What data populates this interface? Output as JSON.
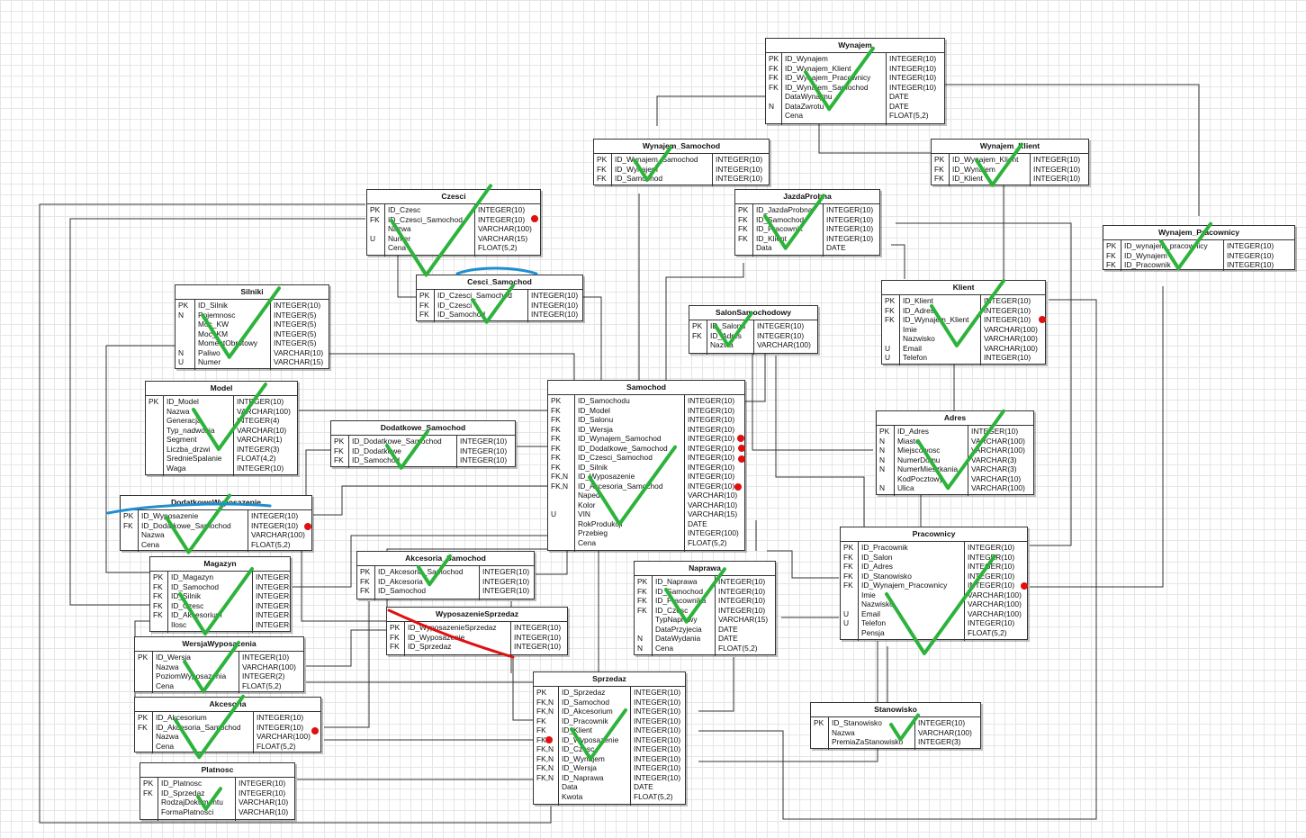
{
  "diagram": {
    "entities": [
      {
        "name": "Wynajem",
        "rows": [
          [
            "PK",
            "ID_Wynajem",
            "INTEGER(10)"
          ],
          [
            "FK",
            "ID_Wynajem_Klient",
            "INTEGER(10)"
          ],
          [
            "FK",
            "ID_Wynajem_Pracownicy",
            "INTEGER(10)"
          ],
          [
            "FK",
            "ID_Wynajem_Samochod",
            "INTEGER(10)"
          ],
          [
            "",
            "DataWynajmu",
            "DATE"
          ],
          [
            "N",
            "DataZwrotu",
            "DATE"
          ],
          [
            "",
            "Cena",
            "FLOAT(5,2)"
          ]
        ]
      },
      {
        "name": "Wynajem_Samochod",
        "rows": [
          [
            "PK",
            "ID_Wynajem_Samochod",
            "INTEGER(10)"
          ],
          [
            "FK",
            "ID_Wynajem",
            "INTEGER(10)"
          ],
          [
            "FK",
            "ID_Samochod",
            "INTEGER(10)"
          ]
        ]
      },
      {
        "name": "Wynajem_Klient",
        "rows": [
          [
            "PK",
            "ID_Wynajem_Klient",
            "INTEGER(10)"
          ],
          [
            "FK",
            "ID_Wynajem",
            "INTEGER(10)"
          ],
          [
            "FK",
            "ID_Klient",
            "INTEGER(10)"
          ]
        ]
      },
      {
        "name": "Wynajem_Pracownicy",
        "rows": [
          [
            "PK",
            "ID_wynajem_pracownicy",
            "INTEGER(10)"
          ],
          [
            "FK",
            "ID_Wynajem",
            "INTEGER(10)"
          ],
          [
            "FK",
            "ID_Pracownik",
            "INTEGER(10)"
          ]
        ]
      },
      {
        "name": "Czesci",
        "rows": [
          [
            "PK",
            "ID_Czesc",
            "INTEGER(10)"
          ],
          [
            "FK",
            "ID_Czesci_Samochod",
            "INTEGER(10)"
          ],
          [
            "",
            "Nazwa",
            "VARCHAR(100)"
          ],
          [
            "U",
            "Numer",
            "VARCHAR(15)"
          ],
          [
            "",
            "Cena",
            "FLOAT(5,2)"
          ]
        ]
      },
      {
        "name": "JazdaProbna",
        "rows": [
          [
            "PK",
            "ID_JazdaProbna",
            "INTEGER(10)"
          ],
          [
            "FK",
            "ID_Samochod",
            "INTEGER(10)"
          ],
          [
            "FK",
            "ID_Pracownik",
            "INTEGER(10)"
          ],
          [
            "FK",
            "ID_Klient",
            "INTEGER(10)"
          ],
          [
            "",
            "Data",
            "DATE"
          ]
        ]
      },
      {
        "name": "Cesci_Samochod",
        "rows": [
          [
            "PK",
            "ID_Czesci_Samochod",
            "INTEGER(10)"
          ],
          [
            "FK",
            "ID_Czesci",
            "INTEGER(10)"
          ],
          [
            "FK",
            "ID_Samochod",
            "INTEGER(10)"
          ]
        ]
      },
      {
        "name": "Silniki",
        "rows": [
          [
            "PK",
            "ID_Silnik",
            "INTEGER(10)"
          ],
          [
            "N",
            "Pojemnosc",
            "INTEGER(5)"
          ],
          [
            "",
            "Moc_KW",
            "INTEGER(5)"
          ],
          [
            "",
            "Moc_KM",
            "INTEGER(5)"
          ],
          [
            "",
            "MomentObrotowy",
            "INTEGER(5)"
          ],
          [
            "N",
            "Paliwo",
            "VARCHAR(10)"
          ],
          [
            "U",
            "Numer",
            "VARCHAR(15)"
          ]
        ]
      },
      {
        "name": "SalonSamochodowy",
        "rows": [
          [
            "PK",
            "ID_Salonu",
            "INTEGER(10)"
          ],
          [
            "FK",
            "ID_Adres",
            "INTEGER(10)"
          ],
          [
            "",
            "Nazwa",
            "VARCHAR(100)"
          ]
        ]
      },
      {
        "name": "Klient",
        "rows": [
          [
            "PK",
            "ID_Klient",
            "INTEGER(10)"
          ],
          [
            "FK",
            "ID_Adres",
            "INTEGER(10)"
          ],
          [
            "FK",
            "ID_Wynajem_Klient",
            "INTEGER(10)"
          ],
          [
            "",
            "Imie",
            "VARCHAR(100)"
          ],
          [
            "",
            "Nazwisko",
            "VARCHAR(100)"
          ],
          [
            "U",
            "Email",
            "VARCHAR(100)"
          ],
          [
            "U",
            "Telefon",
            "INTEGER(10)"
          ]
        ]
      },
      {
        "name": "Model",
        "rows": [
          [
            "PK",
            "ID_Model",
            "INTEGER(10)"
          ],
          [
            "",
            "Nazwa",
            "VARCHAR(100)"
          ],
          [
            "",
            "Generacja",
            "INTEGER(4)"
          ],
          [
            "",
            "Typ_nadwozia",
            "VARCHAR(10)"
          ],
          [
            "",
            "Segment",
            "VARCHAR(1)"
          ],
          [
            "",
            "Liczba_drzwi",
            "INTEGER(3)"
          ],
          [
            "",
            "SrednieSpalanie",
            "FLOAT(4,2)"
          ],
          [
            "",
            "Waga",
            "INTEGER(10)"
          ]
        ]
      },
      {
        "name": "Dodatkowe_Samochod",
        "rows": [
          [
            "PK",
            "ID_Dodatkowe_Samochod",
            "INTEGER(10)"
          ],
          [
            "FK",
            "ID_Dodatkowe",
            "INTEGER(10)"
          ],
          [
            "FK",
            "ID_Samochod",
            "INTEGER(10)"
          ]
        ]
      },
      {
        "name": "Samochod",
        "rows": [
          [
            "PK",
            "ID_Samochodu",
            "INTEGER(10)"
          ],
          [
            "FK",
            "ID_Model",
            "INTEGER(10)"
          ],
          [
            "FK",
            "ID_Salonu",
            "INTEGER(10)"
          ],
          [
            "FK",
            "ID_Wersja",
            "INTEGER(10)"
          ],
          [
            "FK",
            "ID_Wynajem_Samochod",
            "INTEGER(10)"
          ],
          [
            "FK",
            "ID_Dodatkowe_Samochod",
            "INTEGER(10)"
          ],
          [
            "FK",
            "ID_Czesci_Samochod",
            "INTEGER(10)"
          ],
          [
            "FK",
            "ID_Silnik",
            "INTEGER(10)"
          ],
          [
            "FK,N",
            "ID_Wyposazenie",
            "INTEGER(10)"
          ],
          [
            "FK,N",
            "ID_Akcesoria_Samochod",
            "INTEGER(10)"
          ],
          [
            "",
            "Naped",
            "VARCHAR(10)"
          ],
          [
            "",
            "Kolor",
            "VARCHAR(10)"
          ],
          [
            "U",
            "VIN",
            "VARCHAR(15)"
          ],
          [
            "",
            "RokProdukcji",
            "DATE"
          ],
          [
            "",
            "Przebieg",
            "INTEGER(100)"
          ],
          [
            "",
            "Cena",
            "FLOAT(5,2)"
          ]
        ]
      },
      {
        "name": "Adres",
        "rows": [
          [
            "PK",
            "ID_Adres",
            "INTEGER(10)"
          ],
          [
            "N",
            "Miasto",
            "VARCHAR(100)"
          ],
          [
            "N",
            "Miejscowosc",
            "VARCHAR(100)"
          ],
          [
            "N",
            "NumerDomu",
            "VARCHAR(3)"
          ],
          [
            "N",
            "NumerMieszkania",
            "VARCHAR(3)"
          ],
          [
            "",
            "KodPocztowy",
            "VARCHAR(10)"
          ],
          [
            "N",
            "Ulica",
            "VARCHAR(100)"
          ]
        ]
      },
      {
        "name": "DodatkoweWyposazenie",
        "rows": [
          [
            "PK",
            "ID_Wyposazenie",
            "INTEGER(10)"
          ],
          [
            "FK",
            "ID_Dodatkowe_Samochod",
            "INTEGER(10)"
          ],
          [
            "",
            "Nazwa",
            "VARCHAR(100)"
          ],
          [
            "",
            "Cena",
            "FLOAT(5,2)"
          ]
        ]
      },
      {
        "name": "Pracownicy",
        "rows": [
          [
            "PK",
            "ID_Pracownik",
            "INTEGER(10)"
          ],
          [
            "FK",
            "ID_Salon",
            "INTEGER(10)"
          ],
          [
            "FK",
            "ID_Adres",
            "INTEGER(10)"
          ],
          [
            "FK",
            "ID_Stanowisko",
            "INTEGER(10)"
          ],
          [
            "FK",
            "ID_Wynajem_Pracownicy",
            "INTEGER(10)"
          ],
          [
            "",
            "Imie",
            "VARCHAR(100)"
          ],
          [
            "",
            "Nazwisko",
            "VARCHAR(100)"
          ],
          [
            "U",
            "Email",
            "VARCHAR(100)"
          ],
          [
            "U",
            "Telefon",
            "INTEGER(10)"
          ],
          [
            "",
            "Pensja",
            "FLOAT(5,2)"
          ]
        ]
      },
      {
        "name": "Magazyn",
        "rows": [
          [
            "PK",
            "ID_Magazyn",
            "INTEGER(10)"
          ],
          [
            "FK",
            "ID_Samochod",
            "INTEGER(10)"
          ],
          [
            "FK",
            "ID_Silnik",
            "INTEGER(10)"
          ],
          [
            "FK",
            "ID_Czesc",
            "INTEGER(10)"
          ],
          [
            "FK",
            "ID_Akcesorium",
            "INTEGER(10)"
          ],
          [
            "",
            "Ilosc",
            "INTEGER(10)"
          ]
        ]
      },
      {
        "name": "Akcesoria_Samochod",
        "rows": [
          [
            "PK",
            "ID_Akcesoria_Samochod",
            "INTEGER(10)"
          ],
          [
            "FK",
            "ID_Akcesoria",
            "INTEGER(10)"
          ],
          [
            "FK",
            "ID_Samochod",
            "INTEGER(10)"
          ]
        ]
      },
      {
        "name": "Naprawa",
        "rows": [
          [
            "PK",
            "ID_Naprawa",
            "INTEGER(10)"
          ],
          [
            "FK",
            "ID_Samochod",
            "INTEGER(10)"
          ],
          [
            "FK",
            "ID_Pracownika",
            "INTEGER(10)"
          ],
          [
            "FK",
            "ID_Czesc",
            "INTEGER(10)"
          ],
          [
            "",
            "TypNaprawy",
            "VARCHAR(15)"
          ],
          [
            "",
            "DataPrzyjecia",
            "DATE"
          ],
          [
            "N",
            "DataWydania",
            "DATE"
          ],
          [
            "N",
            "Cena",
            "FLOAT(5,2)"
          ]
        ]
      },
      {
        "name": "WyposazenieSprzedaz",
        "rows": [
          [
            "PK",
            "ID_WyposazenieSprzedaz",
            "INTEGER(10)"
          ],
          [
            "FK",
            "ID_Wyposazenie",
            "INTEGER(10)"
          ],
          [
            "FK",
            "ID_Sprzedaz",
            "INTEGER(10)"
          ]
        ]
      },
      {
        "name": "WersjaWyposazenia",
        "rows": [
          [
            "PK",
            "ID_Wersja",
            "INTEGER(10)"
          ],
          [
            "",
            "Nazwa",
            "VARCHAR(100)"
          ],
          [
            "",
            "PoziomWyposazenia",
            "INTEGER(2)"
          ],
          [
            "",
            "Cena",
            "FLOAT(5,2)"
          ]
        ]
      },
      {
        "name": "Sprzedaz",
        "rows": [
          [
            "PK",
            "ID_Sprzedaz",
            "INTEGER(10)"
          ],
          [
            "FK,N",
            "ID_Samochod",
            "INTEGER(10)"
          ],
          [
            "FK,N",
            "ID_Akcesorium",
            "INTEGER(10)"
          ],
          [
            "FK",
            "ID_Pracownik",
            "INTEGER(10)"
          ],
          [
            "FK",
            "ID_Klient",
            "INTEGER(10)"
          ],
          [
            "FK",
            "ID_Wyposazenie",
            "INTEGER(10)"
          ],
          [
            "FK,N",
            "ID_Czesc",
            "INTEGER(10)"
          ],
          [
            "FK,N",
            "ID_Wynajem",
            "INTEGER(10)"
          ],
          [
            "FK,N",
            "ID_Wersja",
            "INTEGER(10)"
          ],
          [
            "FK,N",
            "ID_Naprawa",
            "INTEGER(10)"
          ],
          [
            "",
            "Data",
            "DATE"
          ],
          [
            "",
            "Kwota",
            "FLOAT(5,2)"
          ]
        ]
      },
      {
        "name": "Akcesoria",
        "rows": [
          [
            "PK",
            "ID_Akcesorium",
            "INTEGER(10)"
          ],
          [
            "FK",
            "ID_Akcesoria_Samochod",
            "INTEGER(10)"
          ],
          [
            "",
            "Nazwa",
            "VARCHAR(100)"
          ],
          [
            "",
            "Cena",
            "FLOAT(5,2)"
          ]
        ]
      },
      {
        "name": "Stanowisko",
        "rows": [
          [
            "PK",
            "ID_Stanowisko",
            "INTEGER(10)"
          ],
          [
            "",
            "Nazwa",
            "VARCHAR(100)"
          ],
          [
            "",
            "PremiaZaStanowisko",
            "INTEGER(3)"
          ]
        ]
      },
      {
        "name": "Platnosc",
        "rows": [
          [
            "PK",
            "ID_Platnosc",
            "INTEGER(10)"
          ],
          [
            "FK",
            "ID_Sprzedaz",
            "INTEGER(10)"
          ],
          [
            "",
            "RodzajDokumentu",
            "VARCHAR(10)"
          ],
          [
            "",
            "FormaPlatnosci",
            "VARCHAR(10)"
          ]
        ]
      }
    ],
    "annotation_colors": {
      "check": "#2db33b",
      "dot": "#e01010",
      "strike": "#e01010",
      "underline": "#1e8fd0"
    }
  }
}
